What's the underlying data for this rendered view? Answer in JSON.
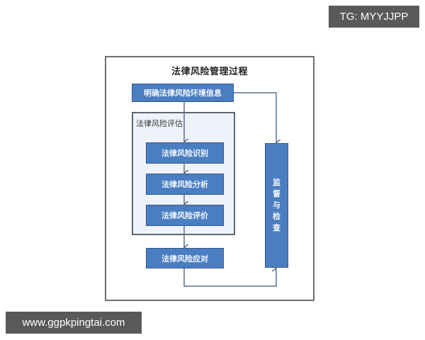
{
  "diagram": {
    "title": "法律风险管理过程",
    "nodes": {
      "context": "明确法律风险环境信息",
      "assessment_group": "法律风险评估",
      "identify": "法律风险识别",
      "analyze": "法律风险分析",
      "evaluate": "法律风险评价",
      "respond": "法律风险应对",
      "monitor": [
        "监",
        "督",
        "与",
        "检",
        "查"
      ]
    },
    "colors": {
      "box_fill": "#4a7ec2",
      "box_border": "#34578a",
      "group_fill": "#eef3fa",
      "connector": "#5d6f8a",
      "frame": "#6b6f73"
    }
  },
  "watermarks": {
    "top_right": "TG: MYYJJPP",
    "bottom_left": "www.ggpkpingtai.com"
  }
}
